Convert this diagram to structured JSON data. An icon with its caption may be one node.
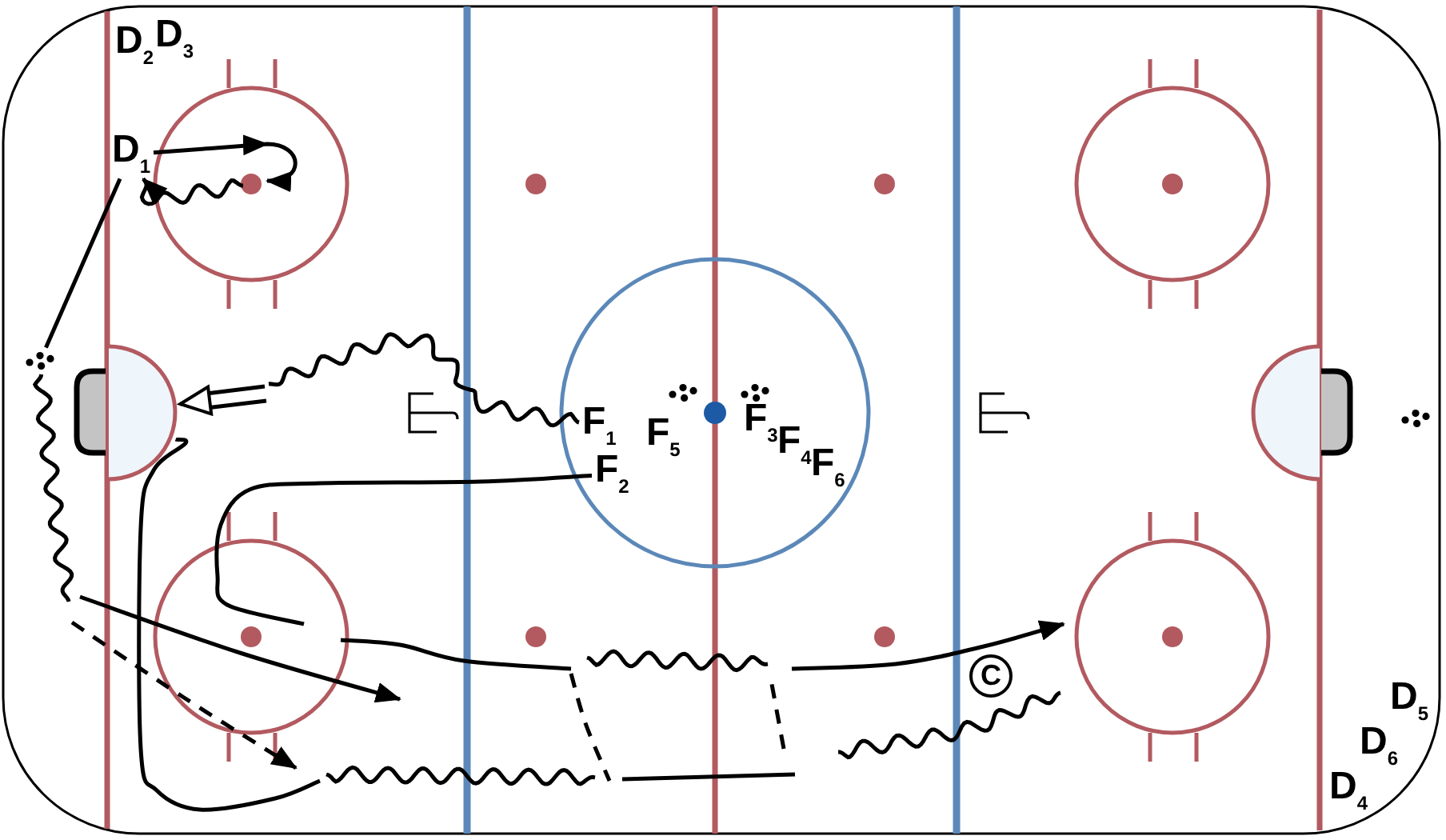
{
  "diagram": {
    "nodes": [
      {
        "text": [
          "D$_{2}$"
        ]
      },
      {
        "text": [
          "D$_{3}$"
        ]
      },
      {
        "text": [
          "D$_{1}$"
        ]
      },
      {
        "text": [],
        "shape": "dots"
      },
      {
        "text": [],
        "shape": "semicircle"
      },
      {
        "text": [
          "F$_{1}$"
        ]
      },
      {
        "text": [
          "F$_{2}$"
        ]
      },
      {
        "text": [
          "F$_{5}$"
        ]
      },
      {
        "text": [],
        "shape": "dots"
      },
      {
        "text": [],
        "shape": "dots"
      },
      {
        "text": [
          "F$_{3}$"
        ]
      },
      {
        "text": [
          "F$_{4}$"
        ]
      },
      {
        "text": [
          "F$_{6}$"
        ]
      },
      {
        "text": [],
        "shape": "semicircle"
      },
      {
        "text": [],
        "shape": "dots"
      },
      {
        "text": [
          "C"
        ]
      },
      {
        "text": [
          "D$_{4}$"
        ]
      },
      {
        "text": [
          "D$_{6}$"
        ]
      },
      {
        "text": [
          "D$_{5}$"
        ]
      }
    ],
    "edges": [
      {
        "from": 2,
        "to": null,
        "arrow": "to"
      },
      {
        "from": null,
        "to": 2,
        "arrow": "to"
      },
      {
        "from": 2,
        "to": 3,
        "arrow": "none"
      },
      {
        "from": 3,
        "to": null,
        "arrow": "none"
      },
      {
        "from": 4,
        "to": null,
        "arrow": "none"
      },
      {
        "from": 6,
        "to": null,
        "arrow": "none"
      },
      {
        "from": 5,
        "to": null,
        "arrow": "none"
      },
      {
        "from": null,
        "to": 4,
        "arrow": "to"
      }
    ]
  }
}
